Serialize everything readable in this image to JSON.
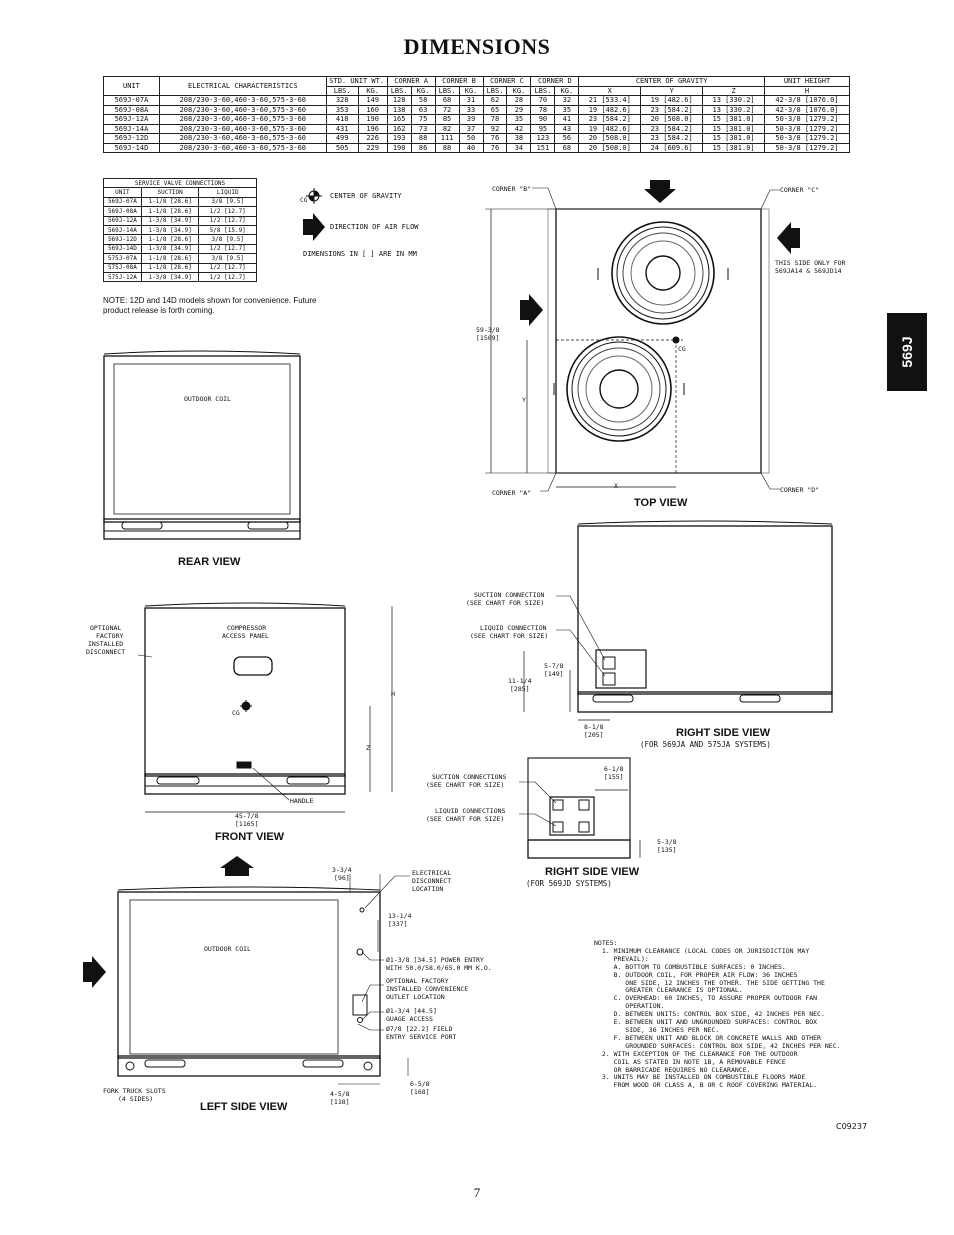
{
  "title": "DIMENSIONS",
  "side_tab": "569J",
  "page_number": "7",
  "figure_code": "C09237",
  "spec_table": {
    "headers": {
      "unit": "UNIT",
      "electrical": "ELECTRICAL CHARACTERISTICS",
      "weight": "STD. UNIT WT.",
      "corner_a": "CORNER A",
      "corner_b": "CORNER B",
      "corner_c": "CORNER C",
      "corner_d": "CORNER D",
      "cog": "CENTER OF GRAVITY",
      "height": "UNIT HEIGHT"
    },
    "subheaders": [
      "LBS.",
      "KG.",
      "LBS.",
      "KG.",
      "LBS.",
      "KG.",
      "LBS.",
      "KG.",
      "LBS.",
      "KG.",
      "X",
      "Y",
      "Z",
      "H"
    ],
    "rows": [
      [
        "569J-07A",
        "208/230-3-60,460-3-60,575-3-60",
        "328",
        "149",
        "128",
        "58",
        "68",
        "31",
        "62",
        "28",
        "70",
        "32",
        "21 [533.4]",
        "19 [482.6]",
        "13 [330.2]",
        "42-3/8 [1076.0]"
      ],
      [
        "569J-08A",
        "208/230-3-60,460-3-60,575-3-60",
        "353",
        "160",
        "138",
        "63",
        "72",
        "33",
        "65",
        "29",
        "78",
        "35",
        "19 [482.6]",
        "23 [584.2]",
        "13 [330.2]",
        "42-3/8 [1076.0]"
      ],
      [
        "569J-12A",
        "208/230-3-60,460-3-60,575-3-60",
        "418",
        "190",
        "165",
        "75",
        "85",
        "39",
        "78",
        "35",
        "90",
        "41",
        "23 [584.2]",
        "20 [508.0]",
        "15 [381.0]",
        "50-3/8 [1279.2]"
      ],
      [
        "569J-14A",
        "208/230-3-60,460-3-60,575-3-60",
        "431",
        "196",
        "162",
        "73",
        "82",
        "37",
        "92",
        "42",
        "95",
        "43",
        "19 [482.6]",
        "23 [584.2]",
        "15 [381.0]",
        "50-3/8 [1279.2]"
      ],
      [
        "569J-12D",
        "208/230-3-60,460-3-60,575-3-60",
        "499",
        "226",
        "193",
        "88",
        "111",
        "50",
        "76",
        "38",
        "123",
        "56",
        "20 [508.0]",
        "23 [584.2]",
        "15 [381.0]",
        "50-3/8 [1279.2]"
      ],
      [
        "569J-14D",
        "208/230-3-60,460-3-60,575-3-60",
        "505",
        "229",
        "190",
        "86",
        "88",
        "40",
        "76",
        "34",
        "151",
        "68",
        "20 [508.0]",
        "24 [609.6]",
        "15 [381.0]",
        "50-3/8 [1279.2]"
      ]
    ]
  },
  "service_table": {
    "title": "SERVICE VALVE CONNECTIONS",
    "headers": [
      "UNIT",
      "SUCTION",
      "LIQUID"
    ],
    "rows": [
      [
        "569J-07A",
        "1-1/8 [28.6]",
        "3/8 [9.5]"
      ],
      [
        "569J-08A",
        "1-1/8 [28.6]",
        "1/2 [12.7]"
      ],
      [
        "569J-12A",
        "1-3/8 [34.9]",
        "1/2 [12.7]"
      ],
      [
        "569J-14A",
        "1-3/8 [34.9]",
        "5/8 [15.9]"
      ],
      [
        "569J-12D",
        "1-1/8 [28.6]",
        "3/8 [9.5]"
      ],
      [
        "569J-14D",
        "1-3/8 [34.9]",
        "1/2 [12.7]"
      ],
      [
        "575J-07A",
        "1-1/8 [28.6]",
        "3/8 [9.5]"
      ],
      [
        "575J-08A",
        "1-1/8 [28.6]",
        "1/2 [12.7]"
      ],
      [
        "575J-12A",
        "1-3/8 [34.9]",
        "1/2 [12.7]"
      ]
    ]
  },
  "note_convenience": "NOTE: 12D and 14D models shown for convenience. Future product release is forth coming.",
  "legend": {
    "cg_symbol_label": "CG",
    "cg": "CENTER OF GRAVITY",
    "air": "DIRECTION OF AIR FLOW",
    "dims": "DIMENSIONS IN [  ] ARE IN MM"
  },
  "views": {
    "top": "TOP VIEW",
    "rear": "REAR VIEW",
    "front": "FRONT VIEW",
    "right": "RIGHT SIDE VIEW",
    "right_sub": "(FOR 569JA AND 575JA SYSTEMS)",
    "right_d": "RIGHT SIDE VIEW",
    "right_d_sub": "(FOR 569JD SYSTEMS)",
    "left": "LEFT SIDE VIEW"
  },
  "labels": {
    "corner_b": "CORNER \"B\"",
    "corner_c": "CORNER \"C\"",
    "corner_a": "CORNER \"A\"",
    "corner_d": "CORNER \"D\"",
    "this_side_1": "THIS SIDE ONLY FOR",
    "this_side_2": "569JA14 & 569JD14",
    "dim_59_1": "59-3/8",
    "dim_59_2": "[1509]",
    "top_y": "Y",
    "top_x": "X",
    "top_cg": "CG",
    "outdoor_coil": "OUTDOOR COIL",
    "front_disc_1": "OPTIONAL",
    "front_disc_2": "FACTORY",
    "front_disc_3": "INSTALLED",
    "front_disc_4": "DISCONNECT",
    "compressor_1": "COMPRESSOR",
    "compressor_2": "ACCESS PANEL",
    "front_cg": "CG",
    "front_h": "H",
    "front_z": "Z",
    "handle": "HANDLE",
    "dim_45_1": "45-7/8",
    "dim_45_2": "[1165]",
    "suction_1": "SUCTION CONNECTION",
    "suction_2": "(SEE CHART FOR SIZE)",
    "liquid_1": "LIQUID CONNECTION",
    "liquid_2": "(SEE CHART FOR SIZE)",
    "dim_5_1": "5-7/8",
    "dim_5_2": "[149]",
    "dim_11_1": "11-1/4",
    "dim_11_2": "[285]",
    "dim_8_1": "8-1/8",
    "dim_8_2": "[205]",
    "suction_d_1": "SUCTION CONNECTIONS",
    "suction_d_2": "(SEE CHART FOR SIZE)",
    "liquid_d_1": "LIQUID CONNECTIONS",
    "liquid_d_2": "(SEE CHART FOR SIZE)",
    "dim_6_1": "6-1/8",
    "dim_6_2": "[155]",
    "dim_53_1": "5-3/8",
    "dim_53_2": "[135]",
    "dim_33_1": "3-3/4",
    "dim_33_2": "[96]",
    "elec_1": "ELECTRICAL",
    "elec_2": "DISCONNECT",
    "elec_3": "LOCATION",
    "dim_13_1": "13-1/4",
    "dim_13_2": "[337]",
    "power_1": "Ø1-3/8 [34.5] POWER ENTRY",
    "power_2": "WITH 50.0/58.0/65.0 MM K.O.",
    "conv_1": "OPTIONAL FACTORY",
    "conv_2": "INSTALLED CONVENIENCE",
    "conv_3": "OUTLET LOCATION",
    "gauge_1": "Ø1-3/4 [44.5]",
    "gauge_2": "GUAGE ACCESS",
    "field_1": "Ø7/8 [22.2] FIELD",
    "field_2": "ENTRY SERVICE PORT",
    "fork_1": "FORK TRUCK SLOTS",
    "fork_2": "(4 SIDES)",
    "dim_45b_1": "4-5/8",
    "dim_45b_2": "[118]",
    "dim_65_1": "6-5/8",
    "dim_65_2": "[168]"
  },
  "notes": [
    "NOTES:",
    "  1. MINIMUM CLEARANCE (LOCAL CODES OR JURISDICTION MAY",
    "     PREVAIL):",
    "     A. BOTTOM TO COMBUSTIBLE SURFACES: 0 INCHES.",
    "     B. OUTDOOR COIL, FOR PROPER AIR FLOW: 36 INCHES",
    "        ONE SIDE, 12 INCHES THE OTHER. THE SIDE GETTING THE",
    "        GREATER CLEARANCE IS OPTIONAL.",
    "     C. OVERHEAD: 60 INCHES, TO ASSURE PROPER OUTDOOR FAN",
    "        OPERATION.",
    "     D. BETWEEN UNITS: CONTROL BOX SIDE, 42 INCHES PER NEC.",
    "     E. BETWEEN UNIT AND UNGROUNDED SURFACES: CONTROL BOX",
    "        SIDE, 36 INCHES PER NEC.",
    "     F. BETWEEN UNIT AND BLOCK OR CONCRETE WALLS AND OTHER",
    "        GROUNDED SURFACES: CONTROL BOX SIDE, 42 INCHES PER NEC.",
    "  2. WITH EXCEPTION OF THE CLEARANCE FOR THE OUTDOOR",
    "     COIL AS STATED IN NOTE 1B, A REMOVABLE FENCE",
    "     OR BARRICADE REQUIRES NO CLEARANCE.",
    "  3. UNITS MAY BE INSTALLED ON COMBUSTIBLE FLOORS MADE",
    "     FROM WOOD OR CLASS A, B OR C ROOF COVERING MATERIAL."
  ]
}
